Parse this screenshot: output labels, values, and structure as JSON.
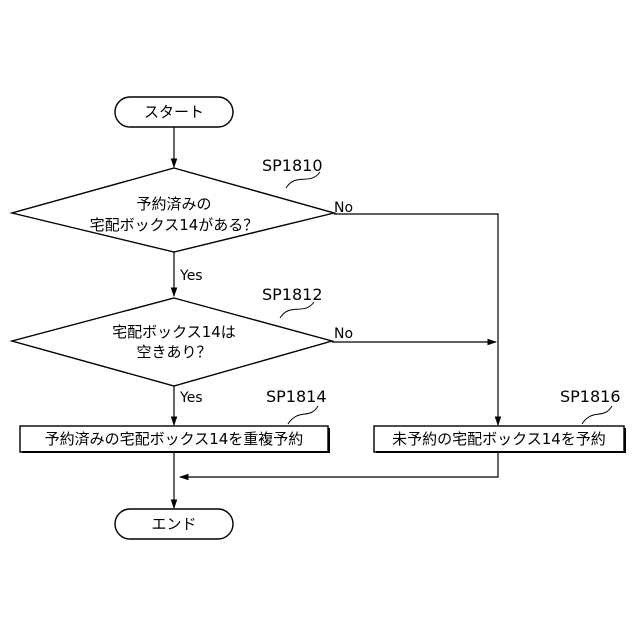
{
  "diagram": {
    "start": {
      "label": "スタート"
    },
    "end": {
      "label": "エンド"
    },
    "decision1": {
      "step": "SP1810",
      "line1": "予約済みの",
      "line2": "宅配ボックス14がある？",
      "yes_label": "Yes",
      "no_label": "No"
    },
    "decision2": {
      "step": "SP1812",
      "line1": "宅配ボックス14は",
      "line2": "空きあり？",
      "yes_label": "Yes",
      "no_label": "No"
    },
    "process1": {
      "step": "SP1814",
      "label": "予約済みの宅配ボックス14を重複予約"
    },
    "process2": {
      "step": "SP1816",
      "label": "未予約の宅配ボックス14を予約"
    }
  }
}
